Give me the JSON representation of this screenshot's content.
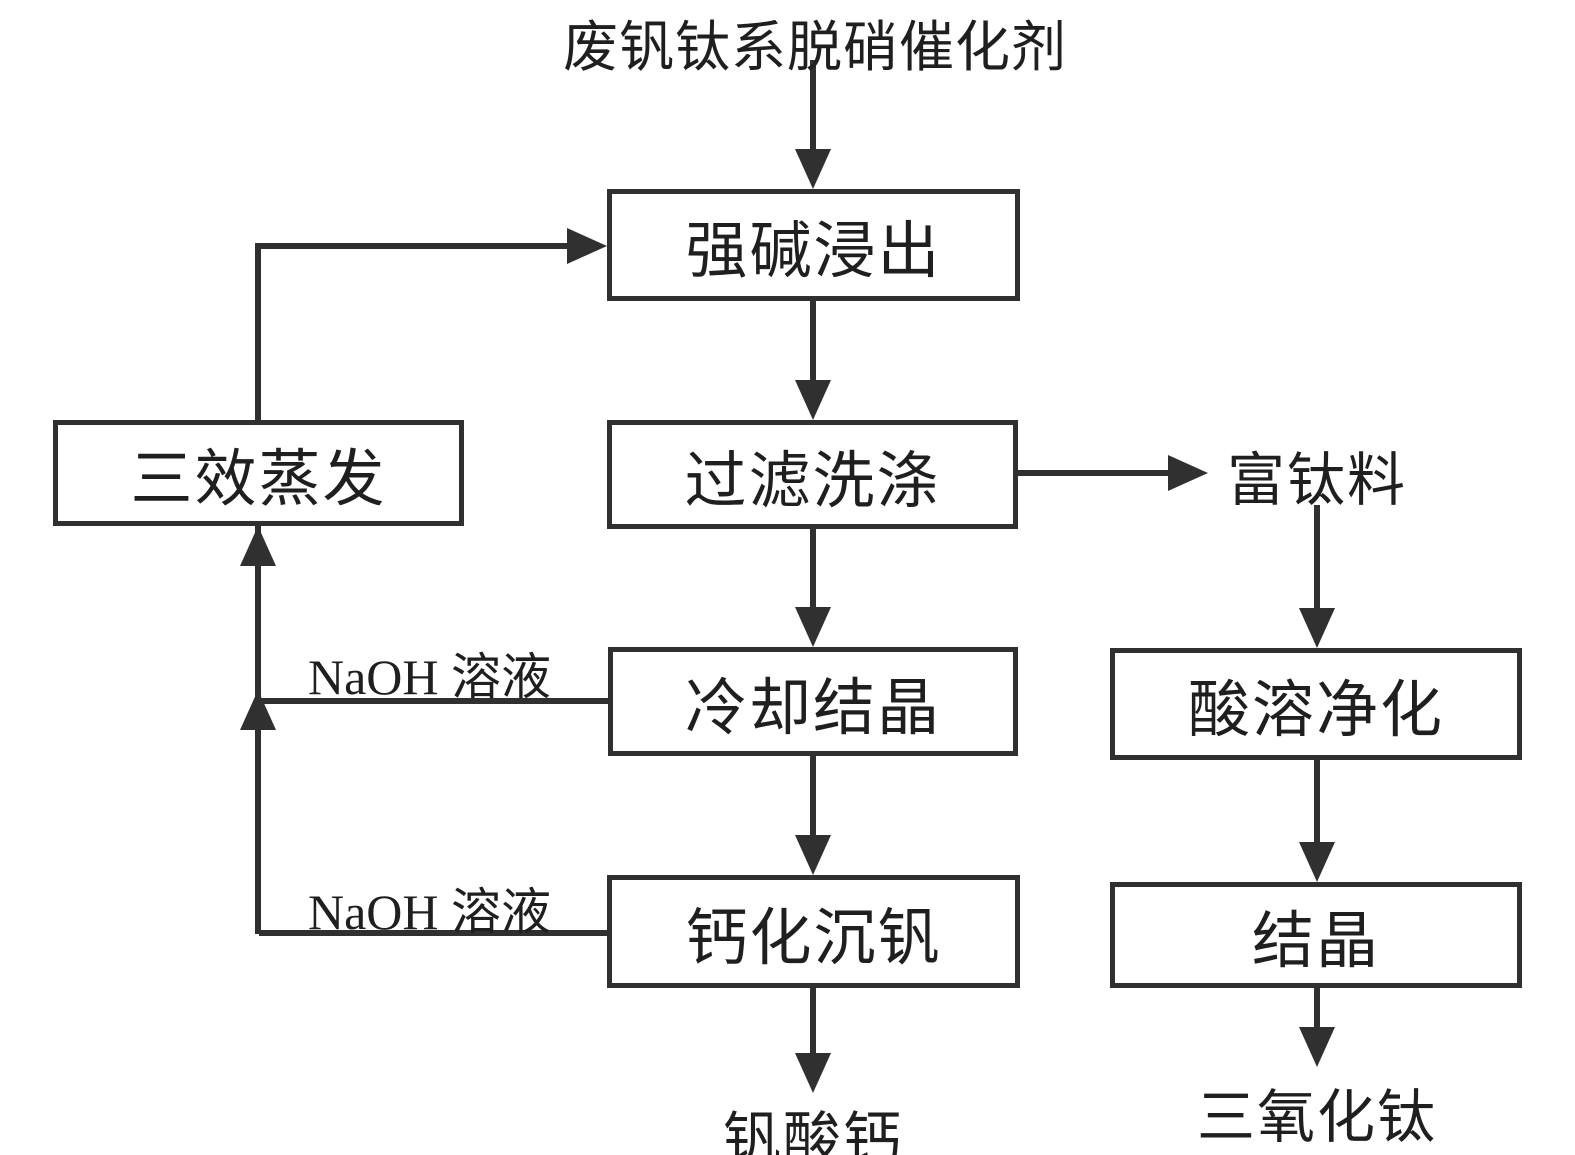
{
  "diagram": {
    "title": "废钒钛系脱硝催化剂",
    "boxes": {
      "alkali_leaching": "强碱浸出",
      "filter_washing": "过滤洗涤",
      "cooling_crystallization": "冷却结晶",
      "calcification_vanadium_precipitation": "钙化沉钒",
      "triple_effect_evaporation": "三效蒸发",
      "acid_dissolution_purification": "酸溶净化",
      "crystallization": "结晶"
    },
    "products": {
      "titanium_rich_material": "富钛料",
      "calcium_vanadate": "钒酸钙",
      "titanium_trioxide": "三氧化钛"
    },
    "streams": {
      "naoh_solution_upper": "NaOH 溶液",
      "naoh_solution_lower": "NaOH 溶液"
    },
    "colors": {
      "line": "#303030",
      "text": "#1f1f1f",
      "background": "#ffffff"
    }
  }
}
